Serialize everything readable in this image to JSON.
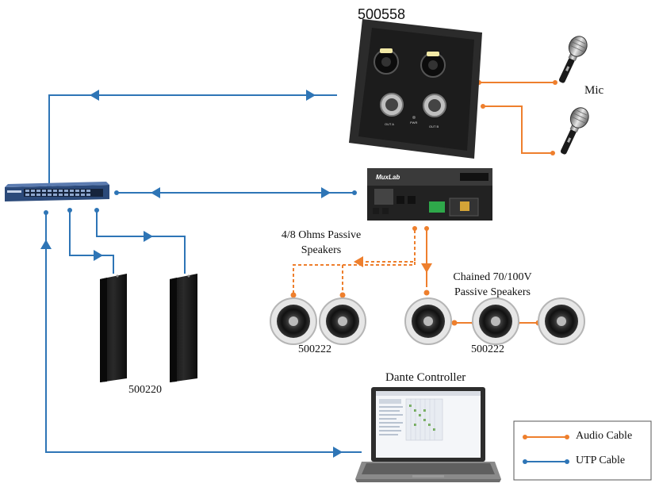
{
  "labels": {
    "wallplate_model": "500558",
    "mic": "Mic",
    "amp_brand": "MuxLab",
    "passive_speakers": "4/8 Ohms Passive Speakers",
    "chained_speakers": "Chained 70/100V Passive Speakers",
    "ceiling_model_left": "500222",
    "ceiling_model_right": "500222",
    "column_model": "500220",
    "dante_controller": "Dante Controller"
  },
  "legend": {
    "audio": "Audio Cable",
    "utp": "UTP Cable"
  },
  "colors": {
    "audio": "#ee7f2d",
    "utp": "#2e75b6",
    "device_dark": "#1f1f1f",
    "switch_blue": "#2c4a7a"
  },
  "icons": {
    "microphone": "microphone-icon",
    "speaker": "ceiling-speaker-icon",
    "column": "column-speaker-icon",
    "laptop": "laptop-icon",
    "switch": "network-switch-icon"
  }
}
